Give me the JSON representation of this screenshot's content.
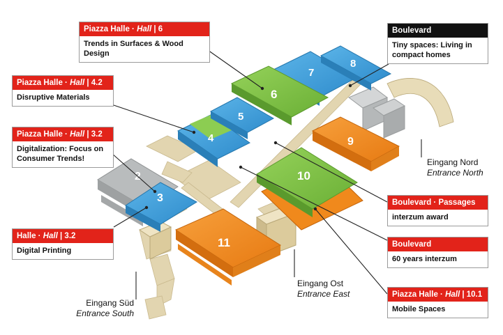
{
  "callouts": {
    "hall6": {
      "prefix": "Piazza Halle · ",
      "hall_word": "Hall",
      "suffix": " | 6",
      "text": "Trends in Surfaces & Wood Design"
    },
    "hall42": {
      "prefix": "Piazza Halle · ",
      "hall_word": "Hall",
      "suffix": " | 4.2",
      "text": "Disruptive Materials"
    },
    "hall32a": {
      "prefix": "Piazza Halle · ",
      "hall_word": "Hall",
      "suffix": " | 3.2",
      "text_line1": "Digitalization: Focus on",
      "text_line2": "Consumer Trends!"
    },
    "hall32b": {
      "prefix": "Halle · ",
      "hall_word": "Hall",
      "suffix": " | 3.2",
      "text": "Digital Printing"
    },
    "boulevard_top": {
      "title": "Boulevard",
      "text_line1": "Tiny spaces: Living in",
      "text_line2": "compact homes"
    },
    "boulevard_passages": {
      "title": "Boulevard · Passages",
      "text": "interzum award"
    },
    "boulevard_60": {
      "title": "Boulevard",
      "text": "60 years interzum"
    },
    "hall101": {
      "prefix": "Piazza Halle · ",
      "hall_word": "Hall",
      "suffix": " | 10.1",
      "text": "Mobile Spaces"
    }
  },
  "entrances": {
    "north": {
      "de": "Eingang Nord",
      "en": "Entrance North"
    },
    "east": {
      "de": "Eingang Ost",
      "en": "Entrance East"
    },
    "south": {
      "de": "Eingang Süd",
      "en": "Entrance South"
    }
  },
  "halls": {
    "h2": "2",
    "h3": "3",
    "h4": "4",
    "h5": "5",
    "h6": "6",
    "h7": "7",
    "h8": "8",
    "h9": "9",
    "h10": "10",
    "h11": "11"
  },
  "colors": {
    "green": "#7cc242",
    "blue": "#3ea0dc",
    "orange": "#f0891c",
    "grey": "#b9bcbd",
    "beige": "#e2d5b0",
    "red": "#e2231a",
    "black": "#111111"
  }
}
